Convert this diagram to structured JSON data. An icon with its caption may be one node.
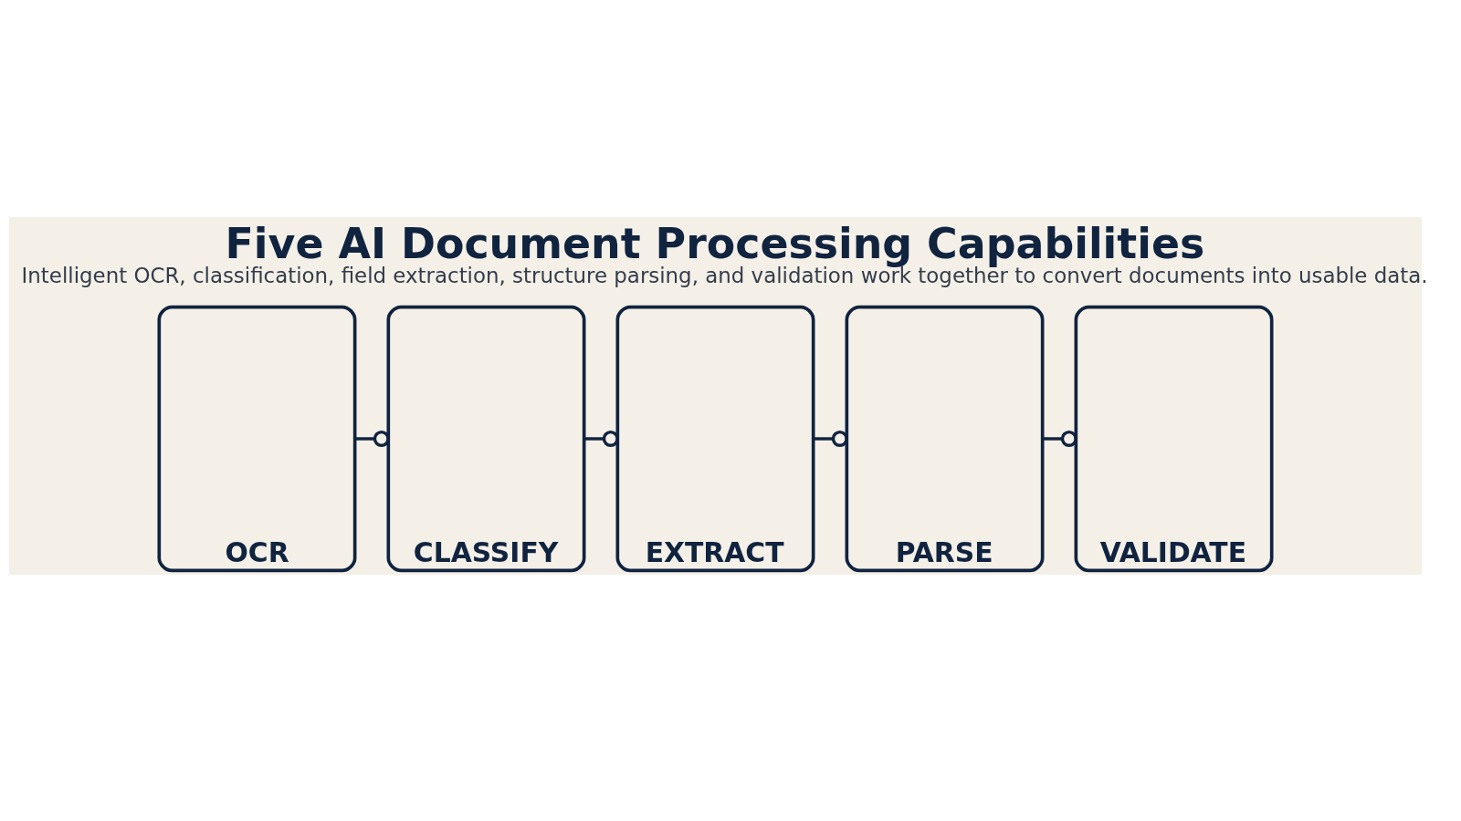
{
  "diagram": {
    "title": "Five AI Document Processing Capabilities",
    "caption": "Intelligent OCR, classification, field extraction, structure parsing, and validation work together to convert documents into usable data.",
    "nodes": [
      {
        "text": [
          "OCR"
        ]
      },
      {
        "text": [
          "CLASSIFY"
        ]
      },
      {
        "text": [
          "EXTRACT"
        ]
      },
      {
        "text": [
          "PARSE"
        ]
      },
      {
        "text": [
          "VALIDATE"
        ]
      }
    ],
    "edges": [
      {
        "from": 0,
        "to": 1,
        "arrow": "other"
      },
      {
        "from": 1,
        "to": 2,
        "arrow": "other"
      },
      {
        "from": 2,
        "to": 3,
        "arrow": "other"
      },
      {
        "from": 3,
        "to": 4,
        "arrow": "other"
      }
    ]
  }
}
